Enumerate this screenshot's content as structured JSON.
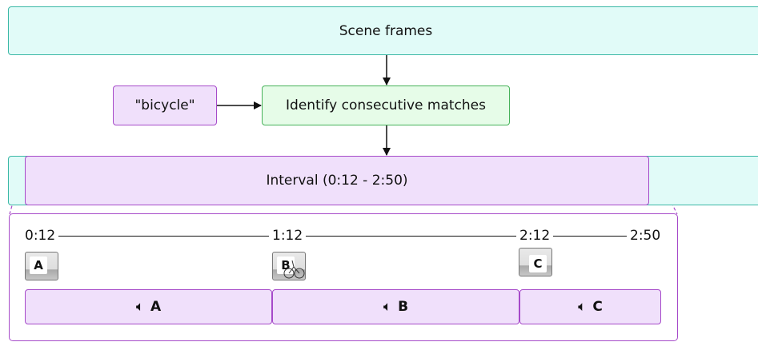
{
  "scene_frames": "Scene frames",
  "query": "\"bicycle\"",
  "identify": "Identify consecutive matches",
  "interval": "Interval (0:12 - 2:50)",
  "timeline": {
    "ticks": [
      "0:12",
      "1:12",
      "2:12",
      "2:50"
    ]
  },
  "thumbnails": [
    "A",
    "B",
    "C"
  ],
  "segments": [
    {
      "icon": "speaker-icon",
      "label": "A"
    },
    {
      "icon": "speaker-icon",
      "label": "B"
    },
    {
      "icon": "speaker-icon",
      "label": "C"
    }
  ],
  "colors": {
    "teal_fill": "#e1fbf8",
    "teal_border": "#3bb8a6",
    "purple_fill": "#f0e0fb",
    "purple_border": "#a64ac9",
    "green_fill": "#e6fce8",
    "green_border": "#46b259"
  }
}
